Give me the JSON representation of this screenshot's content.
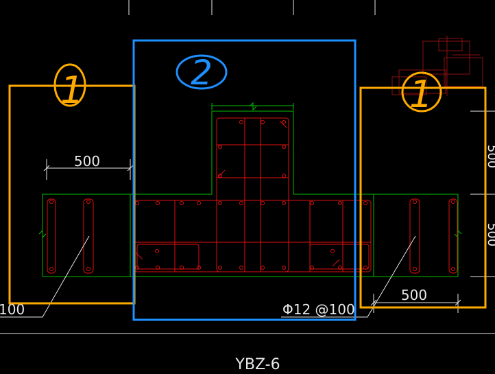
{
  "drawing": {
    "colors": {
      "background": "#000000",
      "wall_outline": "#00c000",
      "rebar": "#e01010",
      "annotation_white": "#e8e8e8",
      "markup_orange": "#ffaa00",
      "markup_blue": "#1e90ff"
    },
    "dimensions": {
      "left_width": "500",
      "right_width": "500",
      "right_edge_top": "500",
      "right_edge_bottom": "500"
    },
    "rebar_note_left": "100",
    "rebar_note_right": "Φ12 @100",
    "section_label": "YBZ-6",
    "markup_labels": {
      "left": "1",
      "center": "2",
      "right": "1"
    }
  }
}
